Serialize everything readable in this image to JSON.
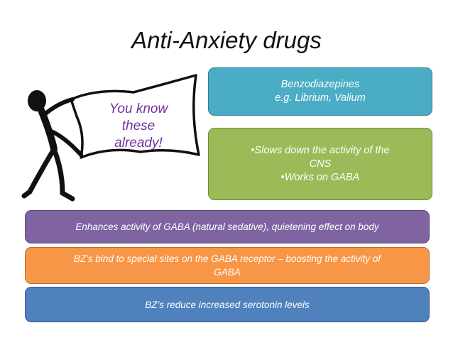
{
  "slide": {
    "title": "Anti-Anxiety drugs",
    "banner": {
      "lines": [
        "You know",
        "these",
        "already!"
      ],
      "text_color": "#7030a0"
    },
    "boxes": {
      "benzodiazepines": {
        "lines": [
          "Benzodiazepines",
          "e.g. Librium, Valium"
        ],
        "color": "#4bacc6"
      },
      "effects": {
        "lines": [
          "•Slows down the activity of the",
          "CNS",
          "•Works on GABA"
        ],
        "color": "#9bbb59"
      },
      "gaba_activity": {
        "text": "Enhances activity of GABA (natural sedative), quietening effect on body",
        "color": "#8064a2"
      },
      "receptor": {
        "lines": [
          "BZ’s bind to special sites on the GABA receptor – boosting the activity of",
          "GABA"
        ],
        "color": "#f79646"
      },
      "serotonin": {
        "text": "BZ’s reduce increased serotonin levels",
        "color": "#4f81bd"
      }
    },
    "illustration_icon": "stick-figure-holding-banner-icon"
  }
}
